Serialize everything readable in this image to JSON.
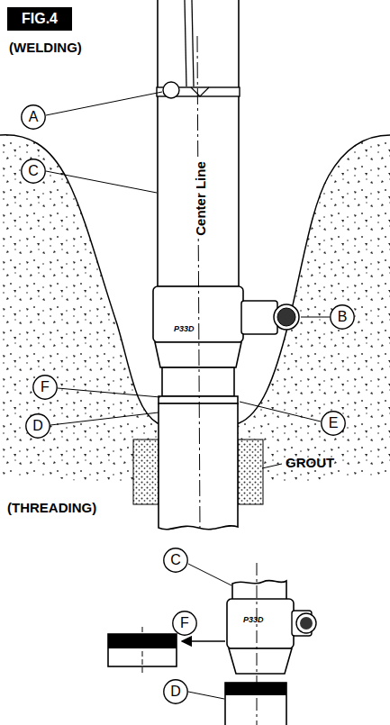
{
  "diagram": {
    "nodes": [
      {
        "text": [
          "FIG.4"
        ]
      },
      {
        "text": [
          "A"
        ]
      },
      {
        "text": [
          "C"
        ]
      },
      {
        "text": [
          "B"
        ]
      },
      {
        "text": [
          "F"
        ]
      },
      {
        "text": [
          "D"
        ]
      },
      {
        "text": [
          "E"
        ]
      },
      {
        "text": [
          "C"
        ]
      },
      {
        "text": [
          "F"
        ]
      },
      {
        "text": [
          "D"
        ]
      }
    ],
    "labels": [
      "(WELDING)",
      "Center Line",
      "P33D",
      "GROUT",
      "(THREADING)",
      "P33D"
    ]
  }
}
